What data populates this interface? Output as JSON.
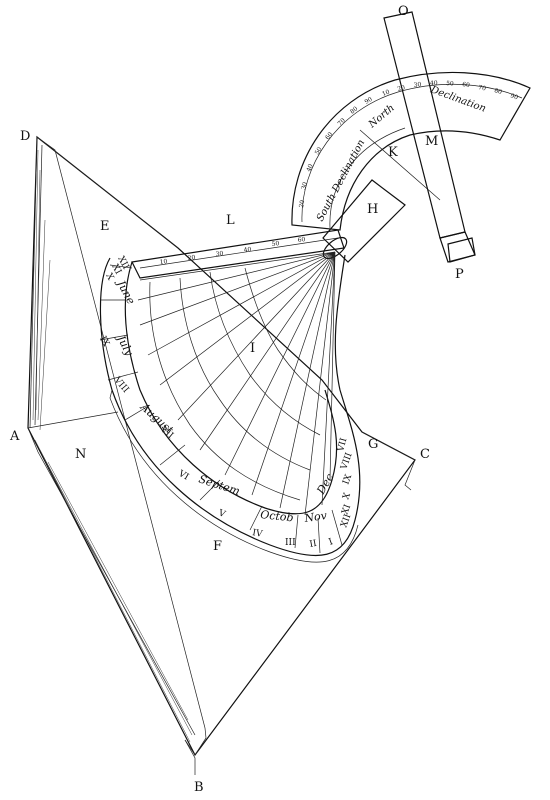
{
  "letters": {
    "o": "O",
    "p": "P",
    "d": "D",
    "e": "E",
    "l": "L",
    "h": "H",
    "m": "M",
    "k": "K",
    "i": "I",
    "a": "A",
    "n": "N",
    "g": "G",
    "c": "C",
    "f": "F",
    "b": "B"
  },
  "declination": {
    "north": "North",
    "declination": "Declination",
    "south_declination": "South Declination"
  },
  "arc_ticks": [
    "20",
    "30",
    "40",
    "50",
    "60",
    "70",
    "80",
    "90",
    "10",
    "20",
    "30",
    "40",
    "50",
    "60",
    "70",
    "80",
    "90"
  ],
  "strip_ticks": [
    "10",
    "20",
    "30",
    "40",
    "50",
    "60"
  ],
  "months": [
    "June",
    "July",
    "August",
    "Septem",
    "Octob",
    "Nov",
    "Dec"
  ],
  "hours": [
    "XII",
    "XI",
    "X",
    "IX",
    "VIII",
    "VII",
    "VI",
    "V",
    "IV",
    "III",
    "II",
    "I",
    "XII",
    "XI",
    "X",
    "IX",
    "VIII",
    "VII"
  ]
}
